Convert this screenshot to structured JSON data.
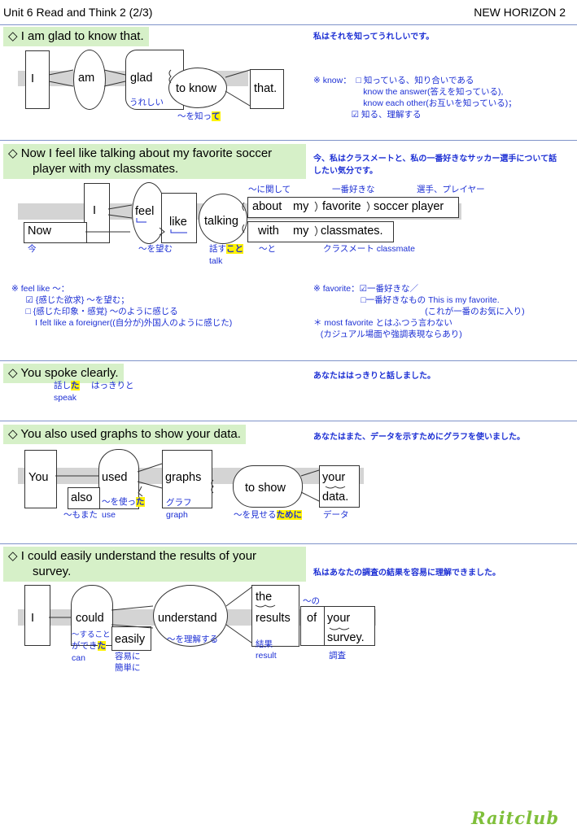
{
  "header": {
    "left": "Unit 6 Read and Think 2 (2/3)",
    "right": "NEW HORIZON 2"
  },
  "s1": {
    "sentence": "◇ I am glad to know that.",
    "jp": "私はそれを知ってうれしいです。",
    "words": {
      "i": "I",
      "am": "am",
      "glad": "glad",
      "to_know": "to know",
      "that": "that."
    },
    "glosses": {
      "ureshii": "うれしい",
      "wo_shitte": "〜を知っ",
      "te": "て"
    },
    "note": "※ know：  □ 知っている、知り合いである\n                     know the answer(答えを知っている),\n                     know each other(お互いを知っている)；\n                ☑ 知る、理解する"
  },
  "s2": {
    "sentence_l1": "◇ Now I feel like talking about my favorite soccer",
    "sentence_l2": "player with my classmates.",
    "jp_l1": "今、私はクラスメートと、私の一番好きなサッカー選手について話",
    "jp_l2": "したい気分です。",
    "words": {
      "i": "I",
      "feel": "feel",
      "like": "like",
      "talking": "talking",
      "about": "about",
      "my1": "my",
      "favorite": "favorite",
      "soccer_player": "soccer player",
      "with": "with",
      "my2": "my",
      "classmates": "classmates.",
      "now": "Now"
    },
    "glosses": {
      "ni_kanshite": "〜に関して",
      "ichiban_sukina": "一番好きな",
      "senshu": "選手、プレイヤー",
      "ima": "今",
      "wo_nozomu": "〜を望む",
      "hanasu": "話す",
      "koto": "こと",
      "talk": "talk",
      "to": "〜と",
      "classmate": "クラスメート classmate"
    },
    "note_left": "※ feel like 〜：\n      ☑ {感じた欲求} 〜を望む；\n      □ {感じた印象・感覚} 〜のように感じる\n          I felt like a foreigner((自分が)外国人のように感じた)",
    "note_right": "※ favorite：☑一番好きな／\n                    □一番好きなもの This is my favorite.\n                                               (これが一番のお気に入り)\n＊ most favorite とはふつう言わない\n   (カジュアル場面や強調表現ならあり)"
  },
  "s3": {
    "sentence": "◇ You spoke clearly.",
    "jp": "あなたははっきりと話しました。",
    "glosses": {
      "hanashi": "話し",
      "ta": "た",
      "hakkiri": "はっきりと",
      "speak": "speak"
    }
  },
  "s4": {
    "sentence": "◇ You also used graphs to show your data.",
    "jp": "あなたはまた、データを示すためにグラフを使いました。",
    "words": {
      "you": "You",
      "used": "used",
      "graphs": "graphs",
      "to_show": "to show",
      "your": "your",
      "data": "data.",
      "also": "also"
    },
    "glosses": {
      "mo_mata": "〜もまた",
      "wo_tsuka": "〜を使っ",
      "ta": "た",
      "use": "use",
      "gurafu": "グラフ",
      "graph": "graph",
      "wo_miseru": "〜を見せる",
      "tameni": "ために",
      "deta": "データ"
    }
  },
  "s5": {
    "sentence_l1": "◇ I could easily understand the results of your",
    "sentence_l2": "survey.",
    "jp": "私はあなたの調査の結果を容易に理解できました。",
    "words": {
      "i": "I",
      "could": "could",
      "easily": "easily",
      "understand": "understand",
      "the": "the",
      "results": "results",
      "of": "of",
      "your": "your",
      "survey": "survey."
    },
    "glosses": {
      "no": "〜の",
      "suru_koto": "〜すること",
      "ga_deki": "ができ",
      "ta": "た",
      "can": "can",
      "youi1": "容易に",
      "youi2": "簡単に",
      "wo_rikai": "〜を理解する",
      "kekka": "結果",
      "result": "result",
      "chousa": "調査"
    }
  },
  "logo": "Raitclub"
}
